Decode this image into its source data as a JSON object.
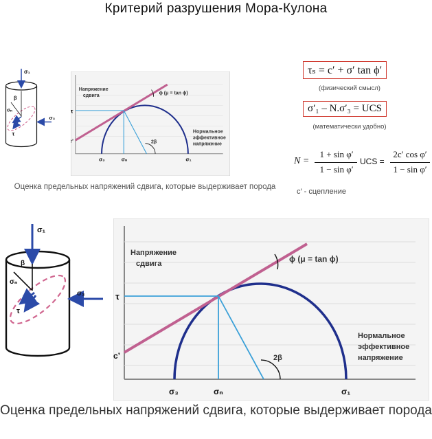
{
  "title": "Критерий разрушения Мора-Кулона",
  "diagram": {
    "y_axis_label": [
      "Напряжение",
      "сдвига"
    ],
    "x_axis_label": [
      "Нормальное",
      "эффективное",
      "напряжение"
    ],
    "tangent_label": "ϕ (μ = tan ϕ)",
    "tau_label": "τ",
    "cohesion_label": "c’",
    "angle_label": "2β",
    "sigma3_label": "σ₃",
    "sigma_n_label": "σₙ",
    "sigma1_label": "σ₁"
  },
  "specimen": {
    "sigma1_label": "σ₁",
    "beta_label": "β",
    "sigma_n_label": "σₙ",
    "tau_label": "τ",
    "sigma3_label": "σ₃"
  },
  "formulas": {
    "shear_strength": "τₛ = c′ + σ′ tan ϕ′",
    "shear_note": "(физический смысл)",
    "ucs_relation": "σ′₁ – N.σ′₃ = UCS",
    "ucs_note": "(математически удобно)",
    "N_lhs": "N =",
    "N_num": "1 + sin φ′",
    "N_den": "1 − sin φ′",
    "ucs_label": "UCS =",
    "ucs_num": "2c′ cos φ′",
    "ucs_den": "1 − sin φ′",
    "cohesion_note": "c′ - сцепление"
  },
  "captions": {
    "small": "Оценка предельных напряжений сдвига, которые выдерживает порода",
    "large": "Оценка предельных напряжений сдвига, которые выдерживает порода"
  },
  "colors": {
    "envelope": "#c06090",
    "circle": "#1f2f8c",
    "projection": "#3aa0d8",
    "arrow": "#2b4aa8",
    "dashed_plane": "#d0668f"
  }
}
